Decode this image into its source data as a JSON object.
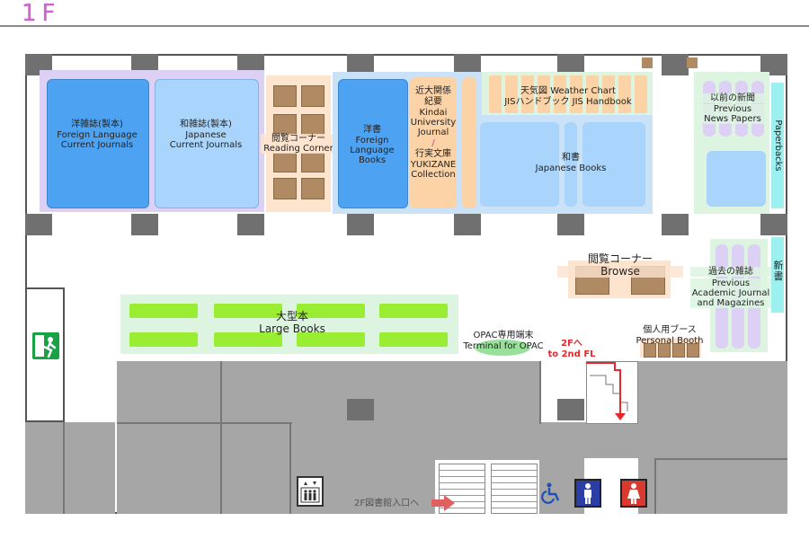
{
  "floor": {
    "title": "1F"
  },
  "areas": {
    "foreign_journals": {
      "ja": "洋雑誌(製本)",
      "en1": "Foreign Language",
      "en2": "Current Journals"
    },
    "japanese_journals": {
      "ja": "和雑誌(製本)",
      "en1": "Japanese",
      "en2": "Current Journals"
    },
    "reading_corner": {
      "ja": "閲覧コーナー",
      "en": "Reading Corner"
    },
    "foreign_books": {
      "ja": "洋書",
      "en1": "Foreign",
      "en2": "Language",
      "en3": "Books"
    },
    "kindai_journal": {
      "ja1": "近大関係",
      "ja2": "紀要",
      "en1": "Kindai",
      "en2": "University",
      "en3": "Journal",
      "slash": "/",
      "ja3": "行実文庫",
      "en4": "YUKIZANE",
      "en5": "Collection"
    },
    "weather_chart": {
      "line1": "天気図  Weather Chart",
      "line2": "JISハンドブック  JIS Handbook"
    },
    "japanese_books": {
      "ja": "和書",
      "en": "Japanese Books"
    },
    "prev_newspapers": {
      "ja": "以前の新聞",
      "en1": "Previous",
      "en2": "News Papers"
    },
    "paperbacks": {
      "label": "Paperbacks"
    },
    "shinsho": {
      "label": "新書"
    },
    "browse": {
      "ja": "閲覧コーナー",
      "en": "Browse"
    },
    "prev_journals": {
      "ja": "過去の雑誌",
      "en1": "Previous",
      "en2": "Academic Journal",
      "en3": "and Magazines"
    },
    "large_books": {
      "ja": "大型本",
      "en": "Large Books"
    },
    "opac": {
      "ja": "OPAC専用端末",
      "en": "Terminal for OPAC"
    },
    "personal_booth": {
      "ja": "個人用ブース",
      "en": "Personal Booth"
    },
    "stairs": {
      "ja": "2Fへ",
      "en": "to 2nd FL"
    },
    "entrance": {
      "label": "2F図書館入口へ"
    }
  },
  "colors": {
    "blue_dark": "#4da3f2",
    "blue_light": "#a9d4fb",
    "orange": "#fcd3a6",
    "lavender": "#ddd0f5",
    "mint": "#ddf5e0",
    "green": "#99ee33",
    "cyan": "#9cf0f0",
    "gray": "#a6a6a6",
    "red": "#e8262b"
  },
  "icons": [
    "emergency-exit-icon",
    "elevator-icon",
    "wheelchair-icon",
    "mens-restroom-icon",
    "womens-restroom-icon",
    "stairs-arrow-icon"
  ]
}
